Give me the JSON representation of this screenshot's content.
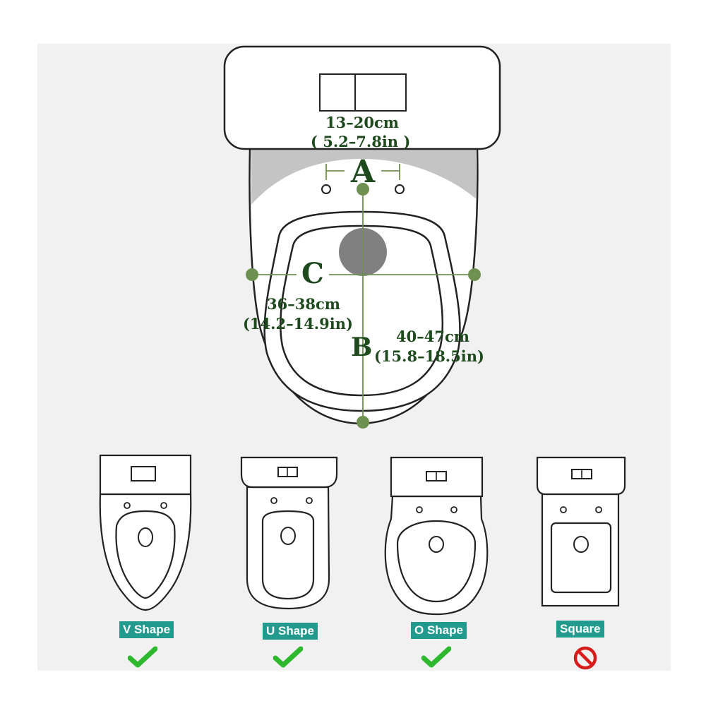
{
  "dimensions": {
    "a": {
      "letter": "A",
      "metric": "13–20cm",
      "imperial": "( 5.2–7.8in )"
    },
    "b": {
      "letter": "B",
      "metric": "40–47cm",
      "imperial": "(15.8–18.5in)"
    },
    "c": {
      "letter": "C",
      "metric": "36–38cm",
      "imperial": "(14.2–14.9in)"
    }
  },
  "shapes": [
    {
      "label": "V Shape",
      "compatible": true,
      "mark_icon": "check-icon"
    },
    {
      "label": "U Shape",
      "compatible": true,
      "mark_icon": "check-icon"
    },
    {
      "label": "O Shape",
      "compatible": true,
      "mark_icon": "check-icon"
    },
    {
      "label": "Square",
      "compatible": false,
      "mark_icon": "prohibited-icon"
    }
  ],
  "colors": {
    "measure_green": "#6e9050",
    "label_green": "#1e4a1e",
    "badge_teal": "#239a8e",
    "check_green": "#2eb82e",
    "prohibited_red": "#d81b1b"
  }
}
